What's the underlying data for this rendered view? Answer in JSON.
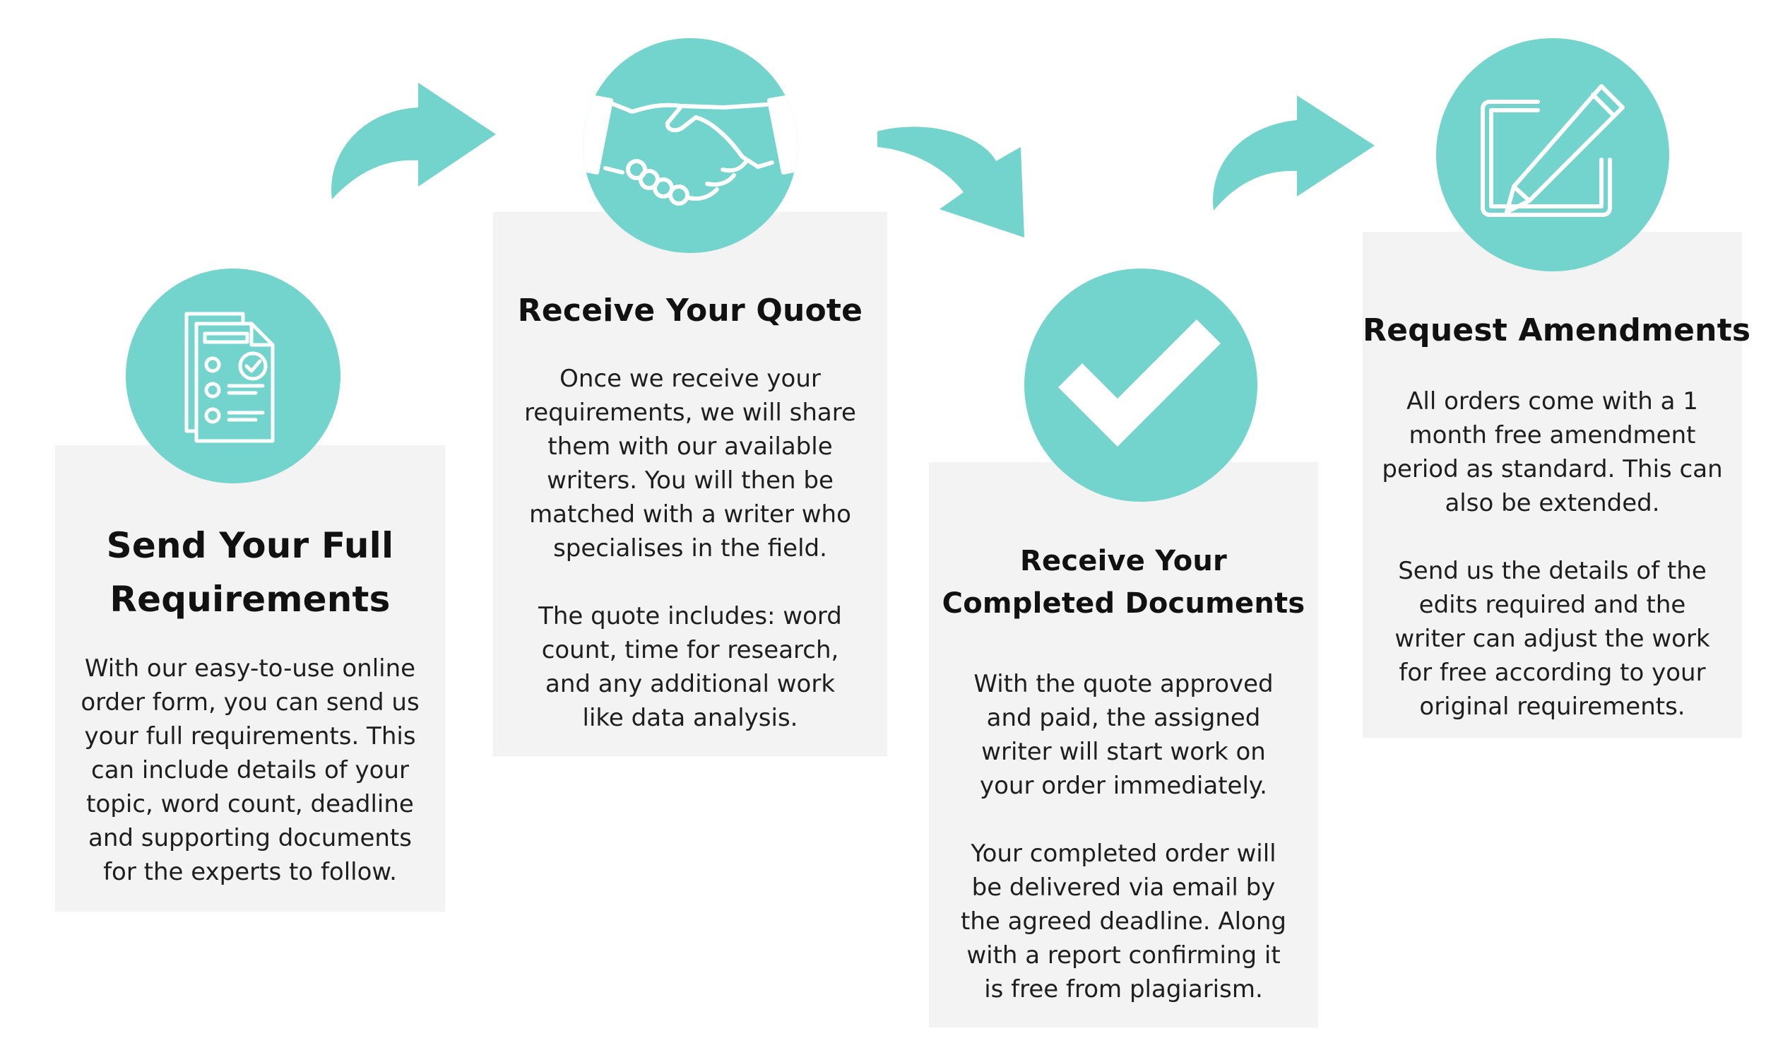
{
  "colors": {
    "accent": "#72d4cc",
    "card_background": "#f3f3f3",
    "text": "#111111"
  },
  "steps": [
    {
      "icon": "document-checklist-icon",
      "title_lines": [
        "Send Your Full",
        "Requirements"
      ],
      "body": [
        [
          "With our easy-to-use online",
          "order form, you can send us",
          "your full requirements. This",
          "can include details of your",
          "topic, word count, deadline",
          "and supporting documents",
          "for the experts to follow."
        ]
      ]
    },
    {
      "icon": "handshake-icon",
      "title_lines": [
        "Receive Your Quote"
      ],
      "body": [
        [
          "Once we receive your",
          "requirements, we will share",
          "them with our available",
          "writers. You will then be",
          "matched with a writer who",
          "specialises in the field."
        ],
        [
          "The quote includes: word",
          "count, time for research,",
          "and any additional work",
          "like data analysis."
        ]
      ]
    },
    {
      "icon": "checkmark-icon",
      "title_lines": [
        "Receive Your",
        "Completed Documents"
      ],
      "body": [
        [
          "With the quote approved",
          "and paid, the assigned",
          "writer will start work on",
          "your order immediately."
        ],
        [
          "Your completed order will",
          "be delivered via email by",
          "the agreed deadline. Along",
          "with a report confirming it",
          "is free from plagiarism."
        ]
      ]
    },
    {
      "icon": "edit-pencil-icon",
      "title_lines": [
        "Request Amendments"
      ],
      "body": [
        [
          "All orders come with a 1",
          "month free amendment",
          "period as standard. This can",
          "also be extended."
        ],
        [
          "Send us the details of the",
          "edits required and the",
          "writer can adjust the work",
          "for free according to your",
          "original requirements."
        ]
      ]
    }
  ],
  "connectors": [
    "curved-arrow-up-icon",
    "curved-arrow-down-icon",
    "curved-arrow-up-icon"
  ]
}
